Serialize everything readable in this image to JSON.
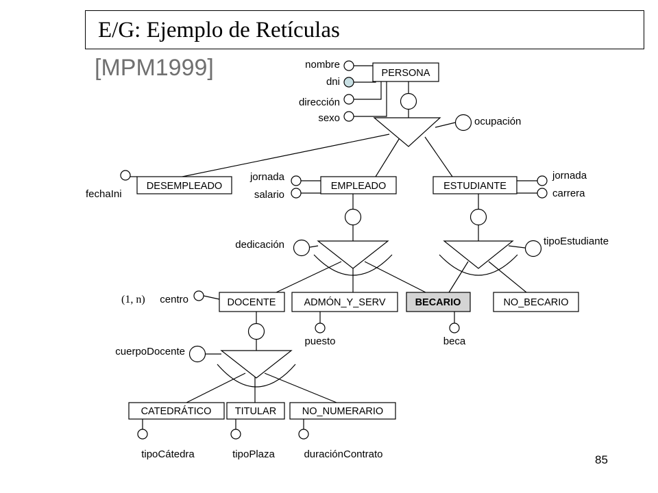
{
  "title": "E/G: Ejemplo de Retículas",
  "reference": "[MPM1999]",
  "page_number": "85",
  "entities": {
    "persona": "PERSONA",
    "desempleado": "DESEMPLEADO",
    "empleado": "EMPLEADO",
    "estudiante": "ESTUDIANTE",
    "docente": "DOCENTE",
    "admon_y_serv": "ADMÓN_Y_SERV",
    "becario": "BECARIO",
    "no_becario": "NO_BECARIO",
    "catedratico": "CATEDRÁTICO",
    "titular": "TITULAR",
    "no_numerario": "NO_NUMERARIO"
  },
  "attributes": {
    "nombre": "nombre",
    "dni": "dni",
    "direccion": "dirección",
    "sexo": "sexo",
    "ocupacion": "ocupación",
    "fecha_ini": "fechaIni",
    "jornada_empleado": "jornada",
    "salario": "salario",
    "jornada_estudiante": "jornada",
    "carrera": "carrera",
    "dedicacion": "dedicación",
    "tipo_estudiante": "tipoEstudiante",
    "centro": "centro",
    "centro_cardinality": "(1, n)",
    "puesto": "puesto",
    "beca": "beca",
    "cuerpo_docente": "cuerpoDocente",
    "tipo_catedra": "tipoCátedra",
    "tipo_plaza": "tipoPlaza",
    "duracion_contrato": "duraciónContrato"
  },
  "colors": {
    "becario_fill": "#d4d4d4",
    "dni_identifier_fill": "#c8dfe3",
    "reference_text": "#707070"
  }
}
